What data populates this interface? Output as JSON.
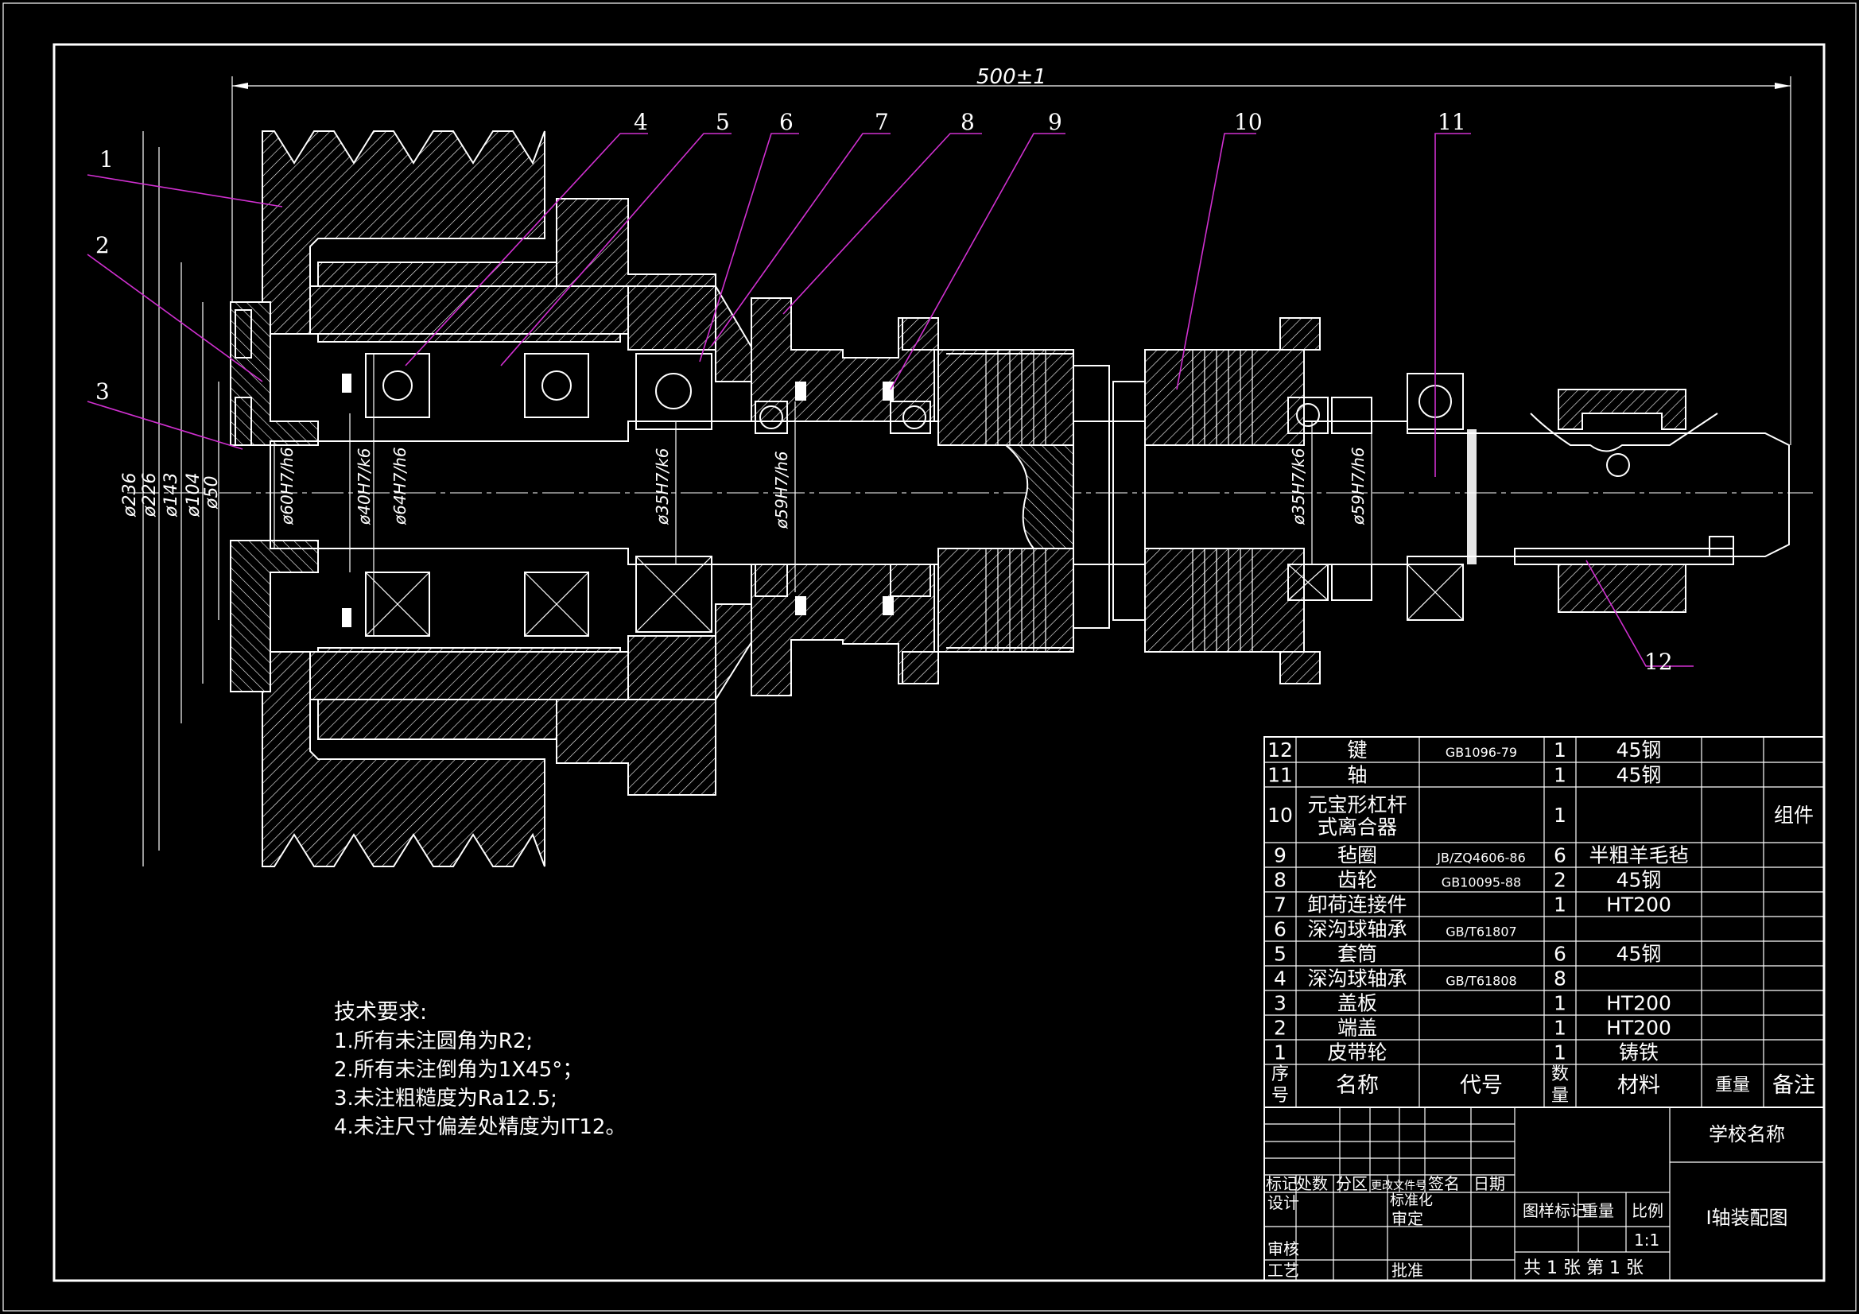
{
  "drawing": {
    "overall_dimension": "500±1",
    "diameters": [
      "ø236",
      "ø226",
      "ø143",
      "ø104",
      "ø50",
      "ø60H7/h6",
      "ø40H7/k6",
      "ø64H7/h6",
      "ø35H7/k6",
      "ø59H7/h6",
      "ø35H7/k6",
      "ø59H7/h6"
    ],
    "balloons": [
      "1",
      "2",
      "3",
      "4",
      "5",
      "6",
      "7",
      "8",
      "9",
      "10",
      "11",
      "12"
    ]
  },
  "tech_requirements": {
    "title": "技术要求:",
    "items": [
      "1.所有未注圆角为R2;",
      "2.所有未注倒角为1X45°；",
      "3.未注粗糙度为Ra12.5;",
      "4.未注尺寸偏差处精度为IT12。"
    ]
  },
  "bom": {
    "rows": [
      {
        "no": "12",
        "name": "键",
        "code": "GB1096-79",
        "qty": "1",
        "material": "45钢",
        "weight": "",
        "note": ""
      },
      {
        "no": "11",
        "name": "轴",
        "code": "",
        "qty": "1",
        "material": "45钢",
        "weight": "",
        "note": ""
      },
      {
        "no": "10",
        "name": "元宝形杠杆",
        "name2": "式离合器",
        "code": "",
        "qty": "1",
        "material": "",
        "weight": "",
        "note": "组件"
      },
      {
        "no": "9",
        "name": "毡圈",
        "code": "JB/ZQ4606-86",
        "qty": "6",
        "material": "半粗羊毛毡",
        "weight": "",
        "note": ""
      },
      {
        "no": "8",
        "name": "齿轮",
        "code": "GB10095-88",
        "qty": "2",
        "material": "45钢",
        "weight": "",
        "note": ""
      },
      {
        "no": "7",
        "name": "卸荷连接件",
        "code": "",
        "qty": "1",
        "material": "HT200",
        "weight": "",
        "note": ""
      },
      {
        "no": "6",
        "name": "深沟球轴承",
        "code": "GB/T61807",
        "qty": "",
        "material": "",
        "weight": "",
        "note": ""
      },
      {
        "no": "5",
        "name": "套筒",
        "code": "",
        "qty": "6",
        "material": "45钢",
        "weight": "",
        "note": ""
      },
      {
        "no": "4",
        "name": "深沟球轴承",
        "code": "GB/T61808",
        "qty": "8",
        "material": "",
        "weight": "",
        "note": ""
      },
      {
        "no": "3",
        "name": "盖板",
        "code": "",
        "qty": "1",
        "material": "HT200",
        "weight": "",
        "note": ""
      },
      {
        "no": "2",
        "name": "端盖",
        "code": "",
        "qty": "1",
        "material": "HT200",
        "weight": "",
        "note": ""
      },
      {
        "no": "1",
        "name": "皮带轮",
        "code": "",
        "qty": "1",
        "material": "铸铁",
        "weight": "",
        "note": ""
      }
    ],
    "header": {
      "no_a": "序",
      "no_b": "号",
      "name": "名称",
      "code": "代号",
      "qty_a": "数",
      "qty_b": "量",
      "material": "材料",
      "weight": "重量",
      "note": "备注"
    }
  },
  "title_block": {
    "mark": "标记",
    "count": "处数",
    "zone": "分区",
    "doc_no": "更改文件号",
    "sign": "签名",
    "date": "日期",
    "design": "设计",
    "standard": "标准化",
    "approve_mid": "审定",
    "review": "审核",
    "process": "工艺",
    "approve": "批准",
    "sample_mark": "图样标记",
    "weight": "重量",
    "scale": "比例",
    "scale_value": "1:1",
    "sheets": "共 1 张  第 1 张",
    "school": "学校名称",
    "drawing_name": "I轴装配图"
  }
}
